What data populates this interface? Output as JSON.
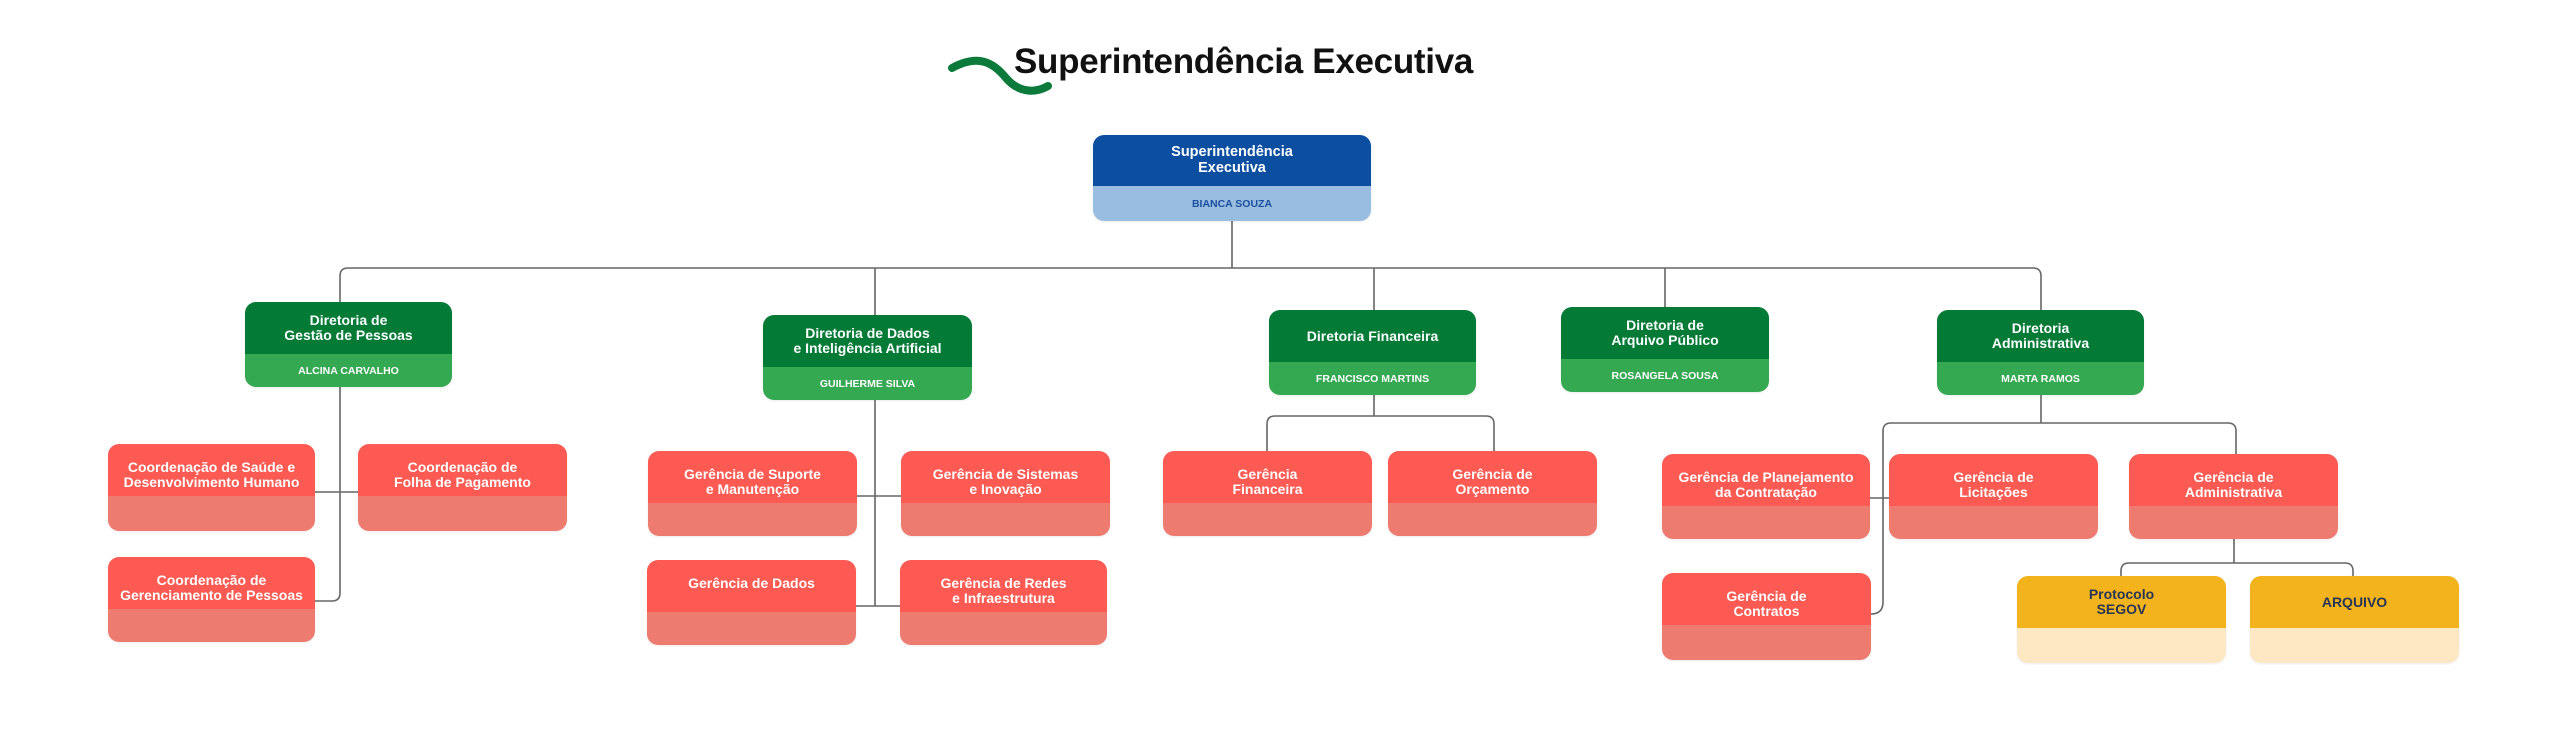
{
  "title": "Superintendência Executiva",
  "colors": {
    "brand_blue": "#0c4ea0",
    "green_dark": "#037a36",
    "green_light": "#35a852",
    "red": "#fc5a52",
    "yellow": "#f2b31c"
  },
  "root": {
    "title": "Superintendência\nExecutiva",
    "name": "BIANCA SOUZA"
  },
  "diretorias": [
    {
      "title": "Diretoria de\nGestão de Pessoas",
      "name": "ALCINA CARVALHO"
    },
    {
      "title": "Diretoria de Dados\ne Inteligência Artificial",
      "name": "GUILHERME SILVA"
    },
    {
      "title": "Diretoria Financeira",
      "name": "FRANCISCO MARTINS"
    },
    {
      "title": "Diretoria de\nArquivo Público",
      "name": "ROSANGELA SOUSA"
    },
    {
      "title": "Diretoria\nAdministrativa",
      "name": "MARTA RAMOS"
    }
  ],
  "pessoas": [
    "Coordenação de Saúde e\nDesenvolvimento Humano",
    "Coordenação de\nFolha de Pagamento",
    "Coordenação de\nGerenciamento de Pessoas"
  ],
  "dados": [
    "Gerência de Suporte\ne Manutenção",
    "Gerência de Sistemas\ne Inovação",
    "Gerência de Dados",
    "Gerência de Redes\ne Infraestrutura"
  ],
  "financeira": [
    "Gerência\nFinanceira",
    "Gerência de\nOrçamento"
  ],
  "administrativa": [
    "Gerência de Planejamento\nda Contratação",
    "Gerência de\nLicitações",
    "Gerência de\nAdministrativa",
    "Gerência de\nContratos"
  ],
  "setores": [
    "Protocolo\nSEGOV",
    "ARQUIVO"
  ]
}
